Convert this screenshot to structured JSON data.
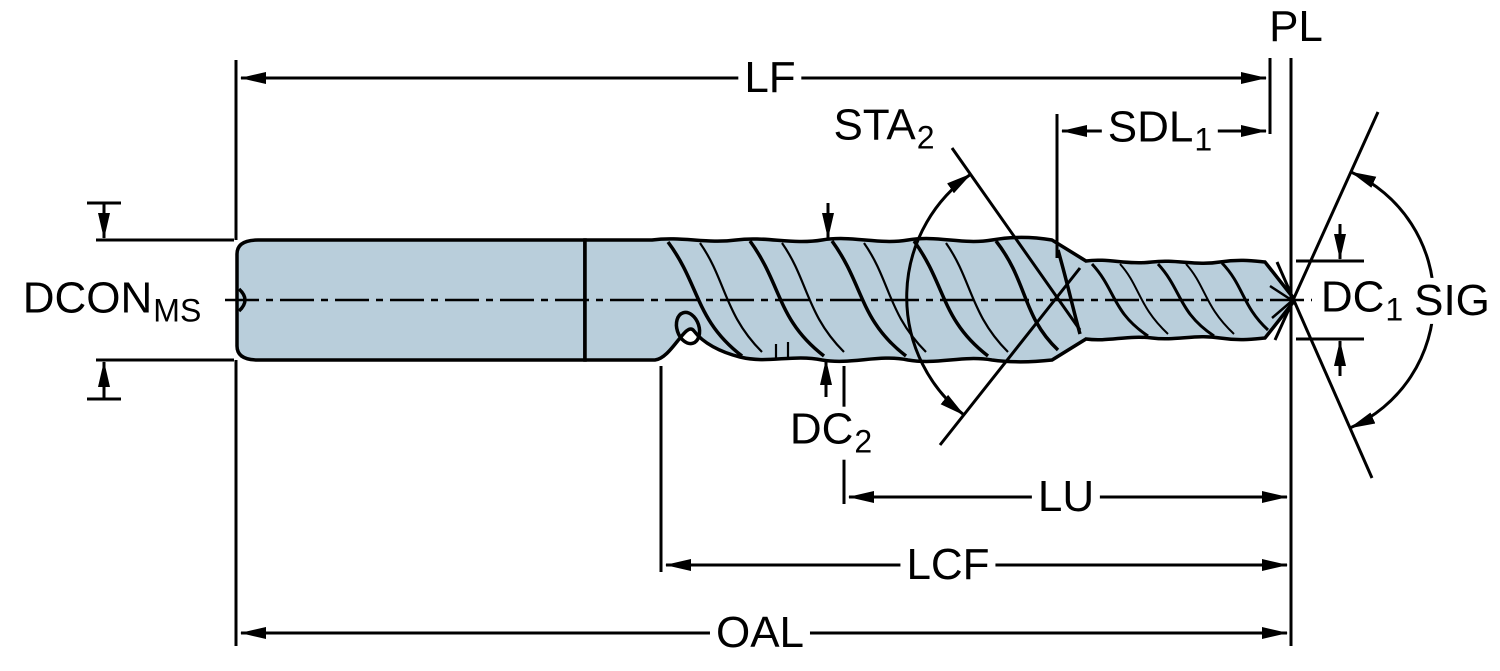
{
  "diagram": {
    "colors": {
      "drill_fill": "#b9cedb",
      "line": "#000000",
      "background": "#ffffff"
    },
    "labels": {
      "pl": {
        "text": "PL"
      },
      "lf": {
        "text": "LF"
      },
      "sta2": {
        "text": "STA",
        "sub": "2"
      },
      "sdl1": {
        "text": "SDL",
        "sub": "1"
      },
      "dcon": {
        "text": "DCON",
        "sub": "MS"
      },
      "dc1": {
        "text": "DC",
        "sub": "1"
      },
      "sig": {
        "text": "SIG"
      },
      "dc2": {
        "text": "DC",
        "sub": "2"
      },
      "lu": {
        "text": "LU"
      },
      "lcf": {
        "text": "LCF"
      },
      "oal": {
        "text": "OAL"
      }
    }
  }
}
